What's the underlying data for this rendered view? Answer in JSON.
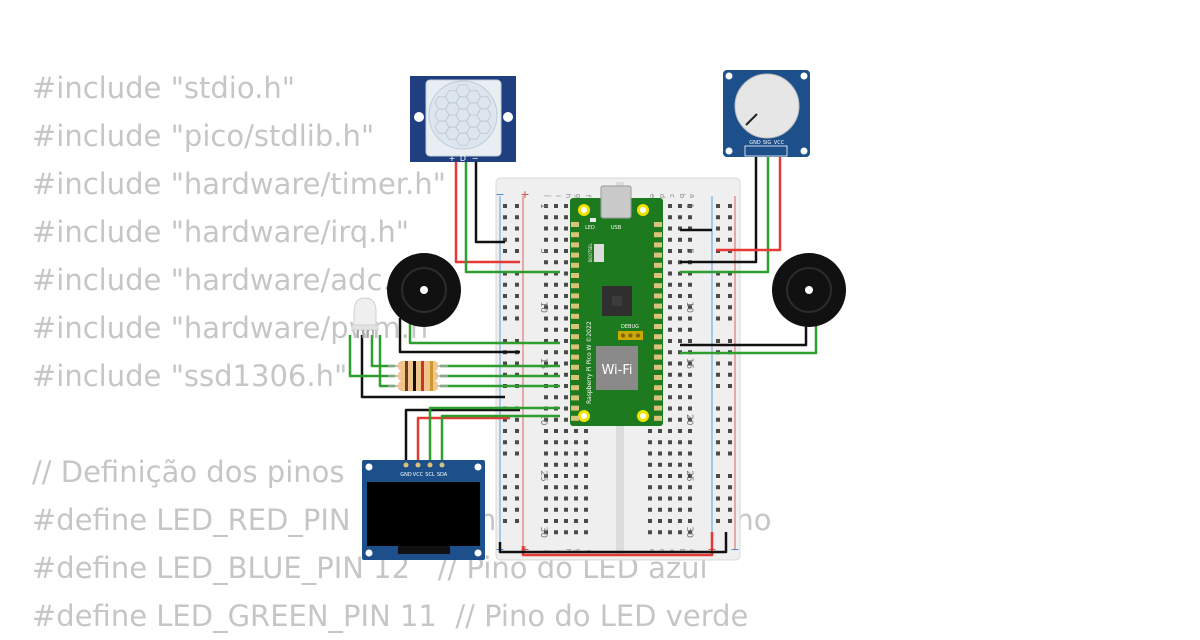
{
  "code_lines": [
    "#include \"stdio.h\"",
    "#include \"pico/stdlib.h\"",
    "#include \"hardware/timer.h\"",
    "#include \"hardware/irq.h\"",
    "#include \"hardware/adc.h\"",
    "#include \"hardware/pwm.h\"",
    "#include \"ssd1306.h\"",
    "",
    "// Definição dos pinos",
    "#define LED_RED_PIN 13   // Pino do LED vermelho",
    "#define LED_BLUE_PIN 12   // Pino do LED azul",
    "#define LED_GREEN_PIN 11  // Pino do LED verde"
  ],
  "pir": {
    "pins": [
      "+",
      "D",
      "−"
    ]
  },
  "potentiometer": {
    "pins": [
      "GND",
      "SIG",
      "VCC"
    ]
  },
  "oled": {
    "pins": [
      "GND",
      "VCC",
      "SCL",
      "SDA"
    ]
  },
  "pico": {
    "usb_label": "USB",
    "led_label": "LED",
    "debug_label": "DEBUG",
    "wifi_label": "Wi-Fi",
    "board_label": "Raspberry Pi Pico W ©2022",
    "bootsel_label": "BOOTSEL"
  },
  "breadboard": {
    "row_numbers": [
      "1",
      "5",
      "10",
      "15",
      "20",
      "25",
      "30"
    ],
    "col_letters_left": [
      "j",
      "i",
      "h",
      "g",
      "f"
    ],
    "col_letters_right": [
      "e",
      "d",
      "c",
      "b",
      "a"
    ],
    "rail_plus": "+",
    "rail_minus": "−"
  },
  "colors": {
    "board_green": "#1e7a1e",
    "module_blue": "#1f3f80",
    "wire_red": "#e53935",
    "wire_green": "#2e9e2e",
    "wire_black": "#111111",
    "code_gray": "#c6c6c6"
  }
}
